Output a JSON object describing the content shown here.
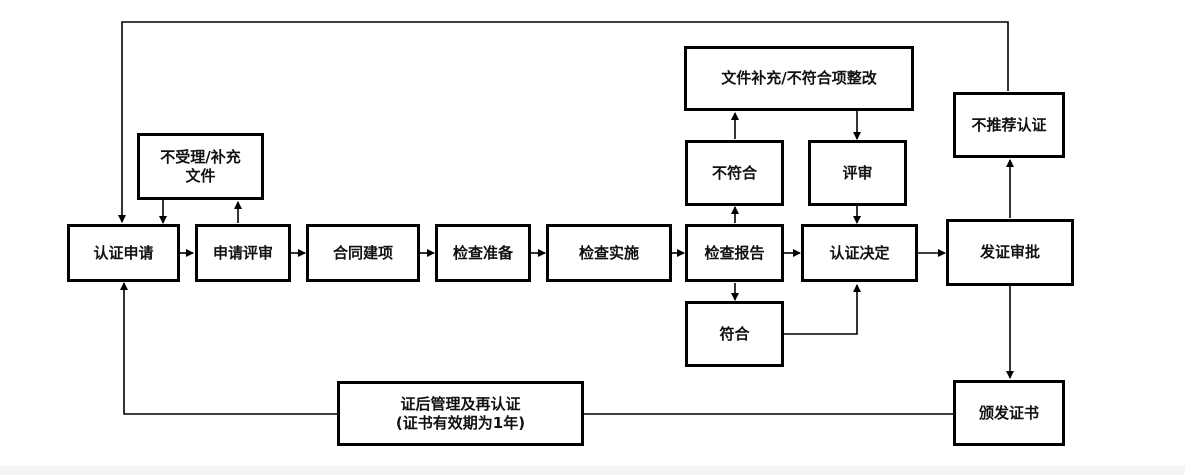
{
  "nodes": {
    "apply": "认证申请",
    "reject_supplement": "不受理/补充\n文件",
    "app_review": "申请评审",
    "contract": "合同建项",
    "inspect_prep": "检查准备",
    "inspect_impl": "检查实施",
    "inspect_report": "检查报告",
    "nonconform": "不符合",
    "conform": "符合",
    "supplement_fix": "文件补充/不符合项整改",
    "review": "评审",
    "cert_decision": "认证决定",
    "not_recommend": "不推荐认证",
    "cert_approve": "发证审批",
    "issue_cert": "颁发证书",
    "post_mgmt": "证后管理及再认证\n(证书有效期为1年)"
  },
  "colors": {
    "line": "#000000",
    "box_border": "#000000",
    "background": "#ffffff"
  }
}
